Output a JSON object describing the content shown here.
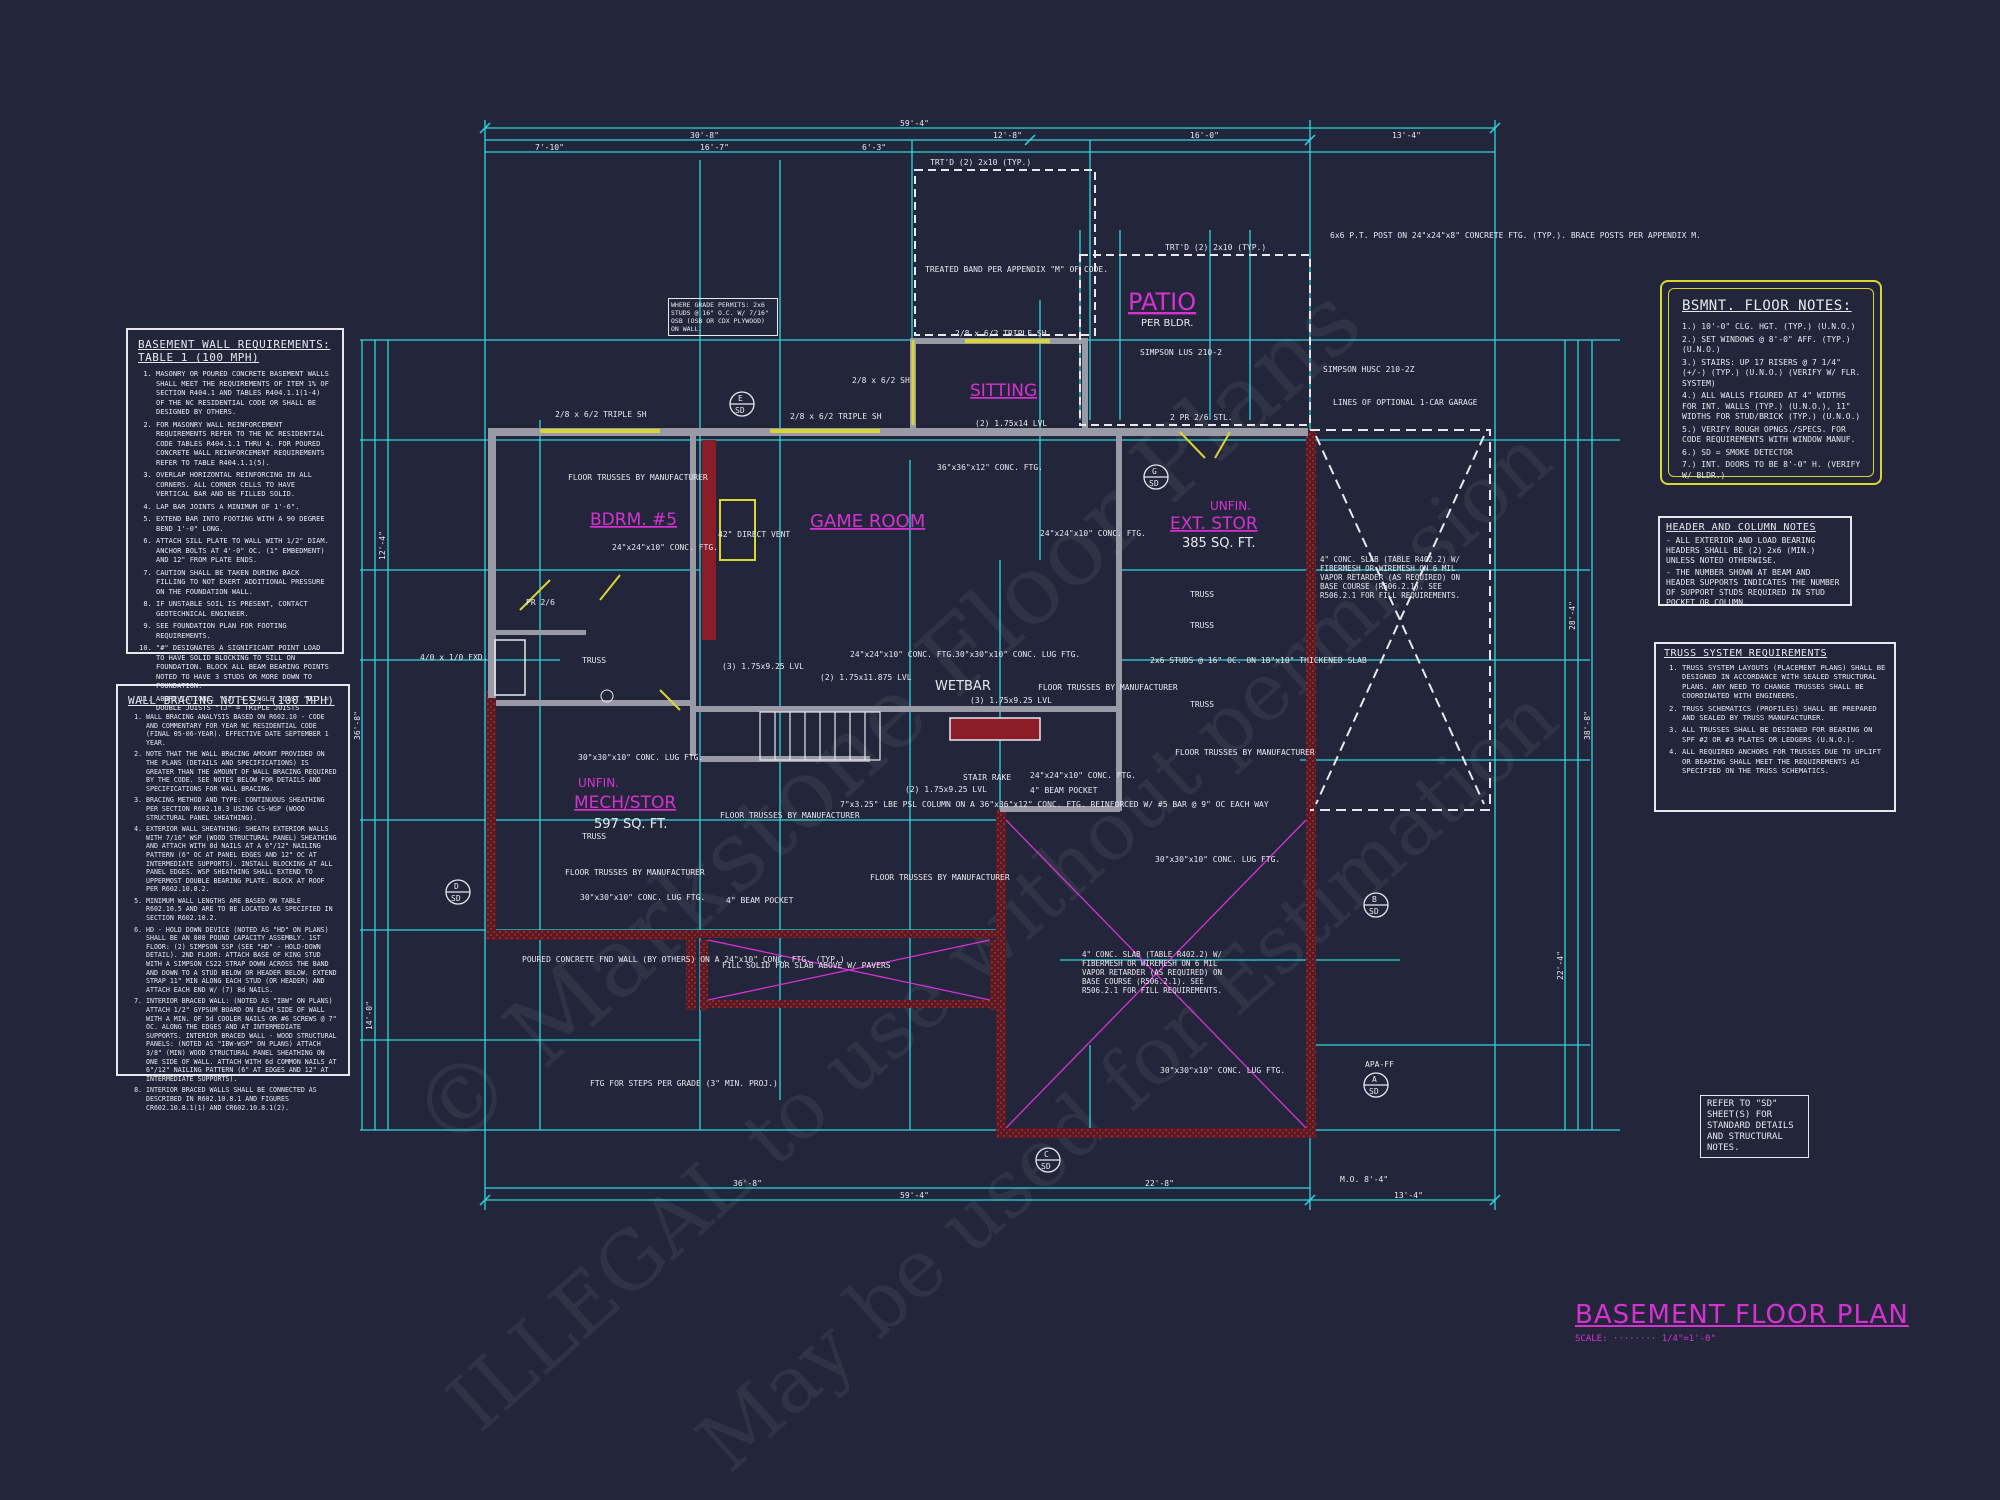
{
  "watermark": {
    "line1": "© Markstone Floor Plans",
    "line2": "ILLEGAL to use without permission",
    "line3": "May be used for Estimation"
  },
  "title": {
    "main": "BASEMENT FLOOR PLAN",
    "scale": "SCALE: ········ 1/4\"=1'-0\""
  },
  "rooms": {
    "bdrm": "BDRM. #5",
    "game_room": "GAME ROOM",
    "sitting": "SITTING",
    "patio": "PATIO",
    "patio_sub": "PER BLDR.",
    "ext_stor_1": "UNFIN.",
    "ext_stor_2": "EXT. STOR",
    "ext_stor_area": "385 SQ. FT.",
    "mech_1": "UNFIN.",
    "mech_2": "MECH/STOR",
    "mech_area": "597 SQ. FT.",
    "wetbar": "WETBAR"
  },
  "plan_labels": {
    "triple_sh_left": "2/8 x 6/2 TRIPLE SH",
    "triple_sh_mid": "2/8 x 6/2 TRIPLE SH",
    "triple_sh_sitting": "2/8 x 6/2 TRIPLE SH",
    "sh_single": "2/8 x 6/2 SH",
    "pr_stl": "2 PR 2/6 STL.",
    "trtd_top": "TRT'D (2) 2x10 (TYP.)",
    "trtd_patio": "TRT'D (2) 2x10 (TYP.)",
    "treated_band": "TREATED BAND PER APPENDIX \"M\" OF CODE.",
    "where_grade": "WHERE GRADE PERMITS: 2x6 STUDS @ 16\" O.C. W/ 7/16\" OSB (OSB OR CDX PLYWOOD) ON WALL.",
    "post": "6x6 P.T. POST ON 24\"x24\"x8\" CONCRETE FTG. (TYP.). BRACE POSTS PER APPENDIX M.",
    "simpson_lus": "SIMPSON LUS 210-2",
    "simpson_husc": "SIMPSON HUSC 210-2Z",
    "optional_garage": "LINES OF OPTIONAL 1-CAR GARAGE",
    "slab_garage": "4\" CONC. SLAB (TABLE R402.2) W/ FIBERMESH OR WIREMESH ON 6 MIL VAPOR RETARDER (AS REQUIRED) ON BASE COURSE (R506.2.1). SEE R506.2.1 FOR FILL REQUIREMENTS.",
    "slab_lower": "4\" CONC. SLAB (TABLE R402.2) W/ FIBERMESH OR WIREMESH ON 6 MIL VAPOR RETARDER (AS REQUIRED) ON BASE COURSE (R506.2.1). SEE R506.2.1 FOR FILL REQUIREMENTS.",
    "floor_trusses": "FLOOR TRUSSES BY MANUFACTURER",
    "truss": "TRUSS",
    "conc_ftg_24": "24\"x24\"x10\" CONC. FTG.",
    "conc_lug_30": "30\"x30\"x10\" CONC. LUG FTG.",
    "conc_ftg_36": "36\"x36\"x12\" CONC. FTG.",
    "direct_vent": "42\" DIRECT VENT",
    "fxd": "4/0 x 1/0 FXD.",
    "pr_26": "PR 2/6",
    "stair_rake": "STAIR RAKE",
    "beam_pocket": "4\" BEAM POCKET",
    "poured_concrete": "POURED CONCRETE FND WALL (BY OTHERS) ON A 24\"x10\" CONC. FTG. (TYP.)",
    "fill_solid": "FILL SOLID FOR SLAB ABOVE W/ PAVERS",
    "ftg_steps": "FTG FOR STEPS PER GRADE (3\" MIN. PROJ.)",
    "column": "7\"x3.25\" LBE PSL COLUMN ON A 36\"x36\"x12\" CONC. FTG. REINFORCED W/ #5 BAR @ 9\" OC EACH WAY",
    "thickened_slab": "2x6 STUDS @ 16\" OC. ON 18\"x10\" THICKENED SLAB",
    "lvl_1": "(2) 1.75x14 LVL",
    "lvl_2": "(3) 1.75x9.25 LVL",
    "lvl_3": "(2) 1.75x11.875 LVL",
    "lvl_4": "(2) 1.75x9.25 LVL",
    "lvl_5": "(3) 1.75x9.25 LVL",
    "apa": "APA-FF",
    "mo": "M.O. 8'-4\""
  },
  "dimensions": {
    "overall_top": "59'-4\"",
    "top_a": "30'-8\"",
    "top_b": "12'-8\"",
    "top_c": "16'-0\"",
    "top_d": "13'-4\"",
    "top_e": "7'-10\"",
    "top_f": "16'-7\"",
    "top_g": "6'-3\"",
    "overall_bottom": "59'-4\"",
    "bot_a": "36'-8\"",
    "bot_b": "22'-8\"",
    "bot_c": "13'-4\"",
    "left_a": "14'-0\"",
    "left_b": "36'-8\"",
    "left_c": "12'-4\"",
    "right_a": "28'-4\"",
    "right_b": "38'-8\"",
    "right_c": "22'-4\""
  },
  "section_markers": [
    {
      "letter": "E",
      "sheet": "SD"
    },
    {
      "letter": "G",
      "sheet": "SD"
    },
    {
      "letter": "D",
      "sheet": "SD"
    },
    {
      "letter": "B",
      "sheet": "SD"
    },
    {
      "letter": "A",
      "sheet": "SD"
    },
    {
      "letter": "C",
      "sheet": "SD"
    }
  ],
  "basement_wall_req": {
    "title": "BASEMENT WALL REQUIREMENTS: TABLE 1 (100 MPH)",
    "items": [
      "MASONRY OR POURED CONCRETE BASEMENT WALLS SHALL MEET THE REQUIREMENTS OF ITEM 1% OF SECTION R404.1 AND TABLES R404.1.1(1-4) OF THE NC RESIDENTIAL CODE OR SHALL BE DESIGNED BY OTHERS.",
      "FOR MASONRY WALL REINFORCEMENT REQUIREMENTS REFER TO THE NC RESIDENTIAL CODE TABLES R404.1.1 THRU 4. FOR POURED CONCRETE WALL REINFORCEMENT REQUIREMENTS REFER TO TABLE R404.1.1(5).",
      "OVERLAP HORIZONTAL REINFORCING IN ALL CORNERS. ALL CORNER CELLS TO HAVE VERTICAL BAR AND BE FILLED SOLID.",
      "LAP BAR JOINTS A MINIMUM OF 1'-6\".",
      "EXTEND BAR INTO FOOTING WITH A 90 DEGREE BEND 1'-0\" LONG.",
      "ATTACH SILL PLATE TO WALL WITH 1/2\" DIAM. ANCHOR BOLTS AT 4'-0\" OC. (1\" EMBEDMENT) AND 12\" FROM PLATE ENDS.",
      "CAUTION SHALL BE TAKEN DURING BACK FILLING TO NOT EXERT ADDITIONAL PRESSURE ON THE FOUNDATION WALL.",
      "IF UNSTABLE SOIL IS PRESENT, CONTACT GEOTECHNICAL ENGINEER.",
      "SEE FOUNDATION PLAN FOR FOOTING REQUIREMENTS.",
      "\"#\" DESIGNATES A SIGNIFICANT POINT LOAD TO HAVE SOLID BLOCKING TO SILL ON FOUNDATION. BLOCK ALL BEAM BEARING POINTS NOTED TO HAVE 3 STUDS OR MORE DOWN TO FOUNDATION.",
      "ABBREVIATIONS: \"SJ\" = SINGLE JOIST \"DJ\" = DOUBLE JOISTS \"TJ\" = TRIPLE JOISTS"
    ]
  },
  "wall_bracing": {
    "title": "WALL BRACING NOTES: (100 MPH)",
    "items": [
      "WALL BRACING ANALYSIS BASED ON R602.10 - CODE AND COMMENTARY FOR YEAR NC RESIDENTIAL CODE (FINAL 05-06-YEAR). EFFECTIVE DATE SEPTEMBER 1 YEAR.",
      "NOTE THAT THE WALL BRACING AMOUNT PROVIDED ON THE PLANS (DETAILS AND SPECIFICATIONS) IS GREATER THAN THE AMOUNT OF WALL BRACING REQUIRED BY THE CODE. SEE NOTES BELOW FOR DETAILS AND SPECIFICATIONS FOR WALL BRACING.",
      "BRACING METHOD AND TYPE: CONTINUOUS SHEATHING PER SECTION R602.10.3 USING CS-WSP (WOOD STRUCTURAL PANEL SHEATHING).",
      "EXTERIOR WALL SHEATHING: SHEATH EXTERIOR WALLS WITH 7/16\" WSP (WOOD STRUCTURAL PANEL) SHEATHING AND ATTACH WITH 8d NAILS AT A 6\"/12\" NAILING PATTERN (6\" OC AT PANEL EDGES AND 12\" OC AT INTERMEDIATE SUPPORTS). INSTALL BLOCKING AT ALL PANEL EDGES. WSP SHEATHING SHALL EXTEND TO UPPERMOST DOUBLE BEARING PLATE. BLOCK AT ROOF PER R602.10.8.2.",
      "MINIMUM WALL LENGTHS ARE BASED ON TABLE R602.10.5 AND ARE TO BE LOCATED AS SPECIFIED IN SECTION R602.10.2.",
      "HD - HOLD DOWN DEVICE (NOTED AS \"HD\" ON PLANS) SHALL BE AN 800 POUND CAPACITY ASSEMBLY. 1ST FLOOR: (2) SIMPSON SSP (SEE \"HD\" - HOLD-DOWN DETAIL). 2ND FLOOR: ATTACH BASE OF KING STUD WITH A SIMPSON CS22 STRAP DOWN ACROSS THE BAND AND DOWN TO A STUD BELOW OR HEADER BELOW. EXTEND STRAP 11\" MIN ALONG EACH STUD (OR HEADER) AND ATTACH EACH END W/ (7) 8d NAILS.",
      "INTERIOR BRACED WALL: (NOTED AS \"IBW\" ON PLANS) ATTACH 1/2\" GYPSUM BOARD ON EACH SIDE OF WALL WITH A MIN. OF 5d COOLER NAILS OR #6 SCREWS @ 7\" OC. ALONG THE EDGES AND AT INTERMEDIATE SUPPORTS. INTERIOR BRACED WALL - WOOD STRUCTURAL PANELS: (NOTED AS \"IBW-WSP\" ON PLANS) ATTACH 3/8\" (MIN) WOOD STRUCTURAL PANEL SHEATHING ON ONE SIDE OF WALL. ATTACH WITH 6d COMMON NAILS AT 6\"/12\" NAILING PATTERN (6\" AT EDGES AND 12\" AT INTERMEDIATE SUPPORTS).",
      "INTERIOR BRACED WALLS SHALL BE CONNECTED AS DESCRIBED IN R602.10.8.1 AND FIGURES CR602.10.8.1(1) AND CR602.10.8.1(2)."
    ]
  },
  "bsmt_notes": {
    "title": "BSMNT. FLOOR NOTES:",
    "items": [
      "1.) 10'-0\" CLG. HGT. (TYP.) (U.N.O.)",
      "2.) SET WINDOWS @ 8'-0\" AFF. (TYP.) (U.N.O.)",
      "3.) STAIRS: UP 17 RISERS @ 7 1/4\" (+/-) (TYP.) (U.N.O.) (VERIFY W/ FLR. SYSTEM)",
      "4.) ALL WALLS FIGURED AT 4\" WIDTHS FOR INT. WALLS (TYP.) (U.N.O.), 11\" WIDTHS FOR STUD/BRICK (TYP.) (U.N.O.)",
      "5.) VERIFY ROUGH OPNGS./SPECS. FOR CODE REQUIREMENTS WITH WINDOW MANUF.",
      "6.) SD = SMOKE DETECTOR",
      "7.) INT. DOORS TO BE 8'-0\" H. (VERIFY W/ BLDR.)"
    ]
  },
  "header_notes": {
    "title": "HEADER AND COLUMN NOTES",
    "items": [
      "- ALL EXTERIOR AND LOAD BEARING HEADERS SHALL BE (2) 2x6 (MIN.) UNLESS NOTED OTHERWISE.",
      "- THE NUMBER SHOWN AT BEAM AND HEADER SUPPORTS INDICATES THE NUMBER OF SUPPORT STUDS REQUIRED IN STUD POCKET OR COLUMN."
    ]
  },
  "truss_req": {
    "title": "TRUSS SYSTEM REQUIREMENTS",
    "items": [
      "TRUSS SYSTEM LAYOUTS (PLACEMENT PLANS) SHALL BE DESIGNED IN ACCORDANCE WITH SEALED STRUCTURAL PLANS. ANY NEED TO CHANGE TRUSSES SHALL BE COORDINATED WITH ENGINEERS.",
      "TRUSS SCHEMATICS (PROFILES) SHALL BE PREPARED AND SEALED BY TRUSS MANUFACTURER.",
      "ALL TRUSSES SHALL BE DESIGNED FOR BEARING ON SPF #2 OR #3 PLATES OR LEDGERS (U.N.O.).",
      "ALL REQUIRED ANCHORS FOR TRUSSES DUE TO UPLIFT OR BEARING SHALL MEET THE REQUIREMENTS AS SPECIFIED ON THE TRUSS SCHEMATICS."
    ]
  },
  "sd_note": "REFER TO \"SD\" SHEET(S) FOR STANDARD DETAILS AND STRUCTURAL NOTES."
}
